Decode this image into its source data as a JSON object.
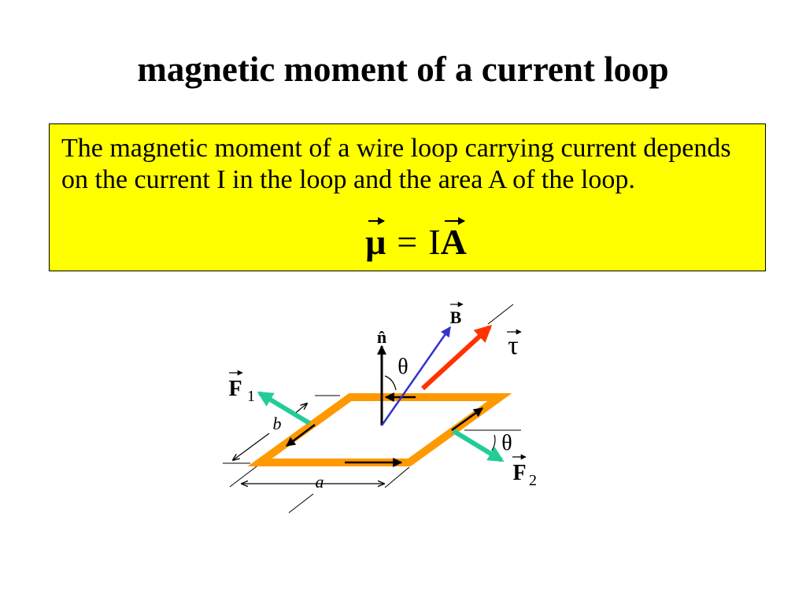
{
  "slide": {
    "title": "magnetic moment of a current loop",
    "description": "The magnetic moment of a wire loop carrying current depends on the current I in the loop and the area A of the loop.",
    "formula": {
      "moment": "μ",
      "equals": "=",
      "current": "I",
      "area": "A"
    }
  },
  "diagram": {
    "normal_label": "n̂",
    "field_label": "B",
    "torque_label": "τ",
    "angle_label_top": "θ",
    "angle_label_right": "θ",
    "force1_label": "F",
    "force1_sub": "1",
    "force2_label": "F",
    "force2_sub": "2",
    "side_b_label": "b",
    "side_a_label": "a"
  },
  "colors": {
    "box_background": "#FFFF00",
    "loop": "#FF9900",
    "field_vector": "#3333CC",
    "torque_vector": "#FF3300",
    "force_vectors": "#22CC99"
  }
}
